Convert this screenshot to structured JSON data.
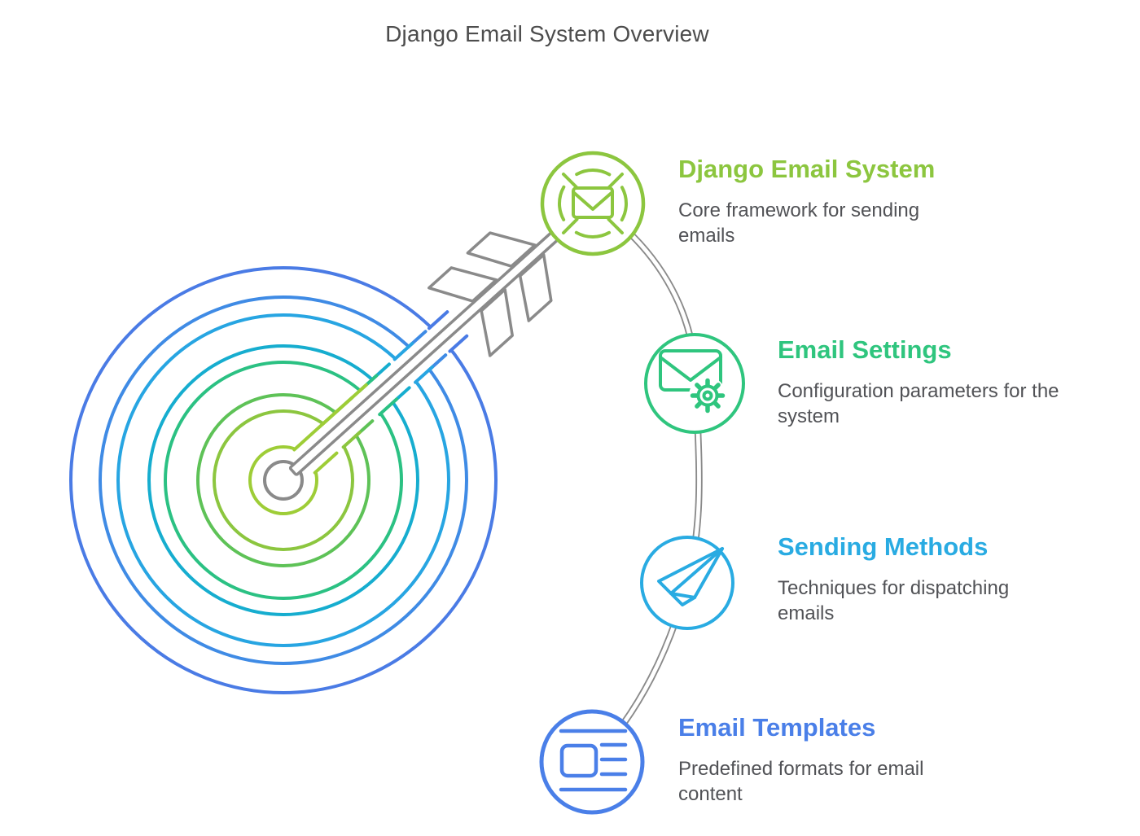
{
  "title": "Django Email System Overview",
  "milestones": [
    {
      "heading": "Django Email System",
      "description": "Core framework for sending emails",
      "accent_color": "#8CC63F",
      "icon": "target-envelope-icon"
    },
    {
      "heading": "Email Settings",
      "description": "Configuration parameters for the system",
      "accent_color": "#2FC57E",
      "icon": "envelope-gear-icon"
    },
    {
      "heading": "Sending Methods",
      "description": "Techniques for dispatching emails",
      "accent_color": "#29ABE2",
      "icon": "paper-plane-icon"
    },
    {
      "heading": "Email Templates",
      "description": "Predefined formats for email content",
      "accent_color": "#4A7FE8",
      "icon": "document-template-icon"
    }
  ],
  "illustration": {
    "name": "bullseye-target-with-arrow",
    "ring_colors_outer_to_inner": [
      "#4A7BE5",
      "#3F8BE5",
      "#27A5E2",
      "#16ADCF",
      "#2BC183",
      "#5EC257",
      "#8CC63F",
      "#9ECD37"
    ],
    "arrow_color": "#8A8A8A",
    "connector_color": "#8A8A8A"
  },
  "text_colors": {
    "title": "#4D4D4D",
    "description": "#515256"
  }
}
